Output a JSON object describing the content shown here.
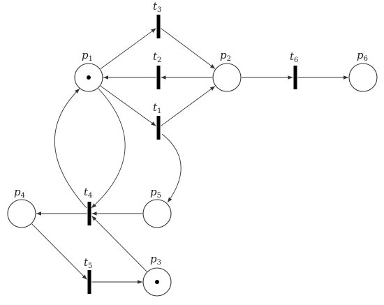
{
  "places": [
    {
      "id": "p1",
      "label": "p",
      "sub": "1",
      "tokens": 1
    },
    {
      "id": "p2",
      "label": "p",
      "sub": "2",
      "tokens": 0
    },
    {
      "id": "p3",
      "label": "p",
      "sub": "3",
      "tokens": 1
    },
    {
      "id": "p4",
      "label": "p",
      "sub": "4",
      "tokens": 0
    },
    {
      "id": "p5",
      "label": "p",
      "sub": "5",
      "tokens": 0
    },
    {
      "id": "p6",
      "label": "p",
      "sub": "6",
      "tokens": 0
    }
  ],
  "transitions": [
    {
      "id": "t1",
      "label": "t",
      "sub": "1"
    },
    {
      "id": "t2",
      "label": "t",
      "sub": "2"
    },
    {
      "id": "t3",
      "label": "t",
      "sub": "3"
    },
    {
      "id": "t4",
      "label": "t",
      "sub": "4"
    },
    {
      "id": "t5",
      "label": "t",
      "sub": "5"
    },
    {
      "id": "t6",
      "label": "t",
      "sub": "6"
    }
  ],
  "arcs": [
    {
      "from": "p1",
      "to": "t3"
    },
    {
      "from": "t3",
      "to": "p2"
    },
    {
      "from": "p2",
      "to": "t2"
    },
    {
      "from": "t2",
      "to": "p1"
    },
    {
      "from": "p1",
      "to": "t1"
    },
    {
      "from": "t1",
      "to": "p2"
    },
    {
      "from": "p2",
      "to": "t6"
    },
    {
      "from": "t6",
      "to": "p6"
    },
    {
      "from": "t1",
      "to": "p5"
    },
    {
      "from": "p1",
      "to": "t4"
    },
    {
      "from": "t4",
      "to": "p1"
    },
    {
      "from": "p5",
      "to": "t4"
    },
    {
      "from": "t4",
      "to": "p4"
    },
    {
      "from": "p4",
      "to": "t5"
    },
    {
      "from": "t5",
      "to": "p3"
    },
    {
      "from": "p3",
      "to": "t4"
    }
  ],
  "colors": {
    "stroke": "#333333",
    "transition": "#000000",
    "token": "#000000"
  }
}
